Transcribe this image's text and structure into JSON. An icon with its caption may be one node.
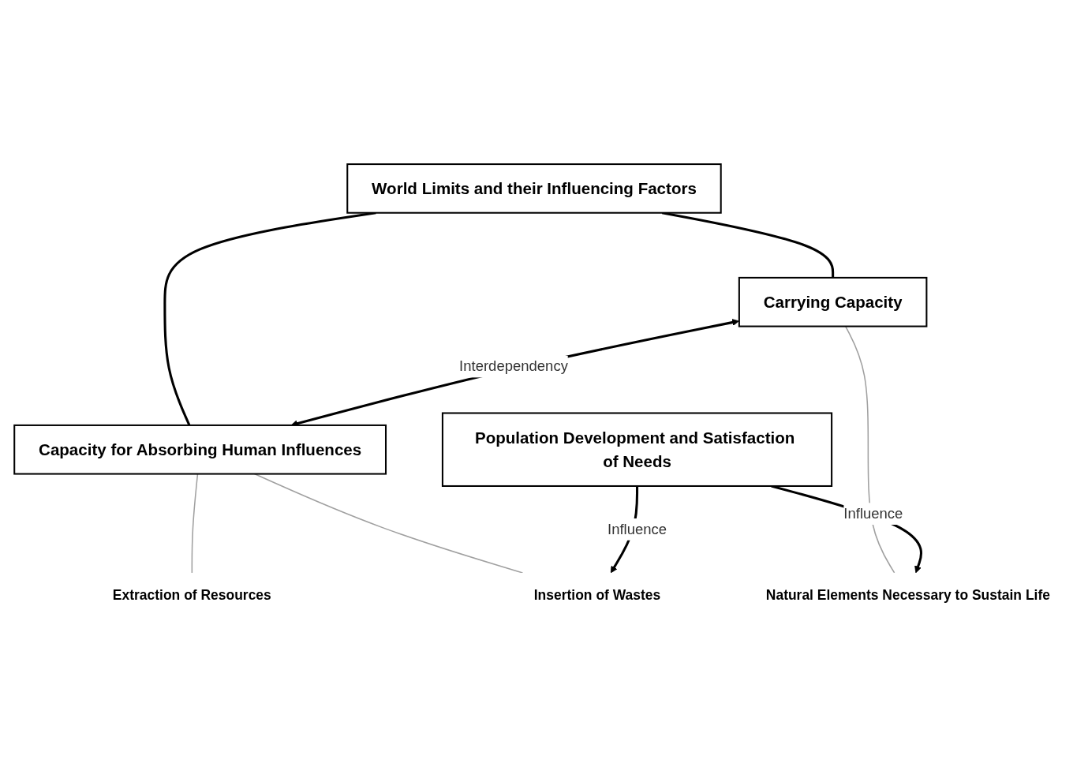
{
  "diagram": {
    "nodes": [
      {
        "text": [
          "World Limits and their Influencing Factors"
        ]
      },
      {
        "text": [
          "Carrying Capacity"
        ]
      },
      {
        "text": [
          "Capacity for Absorbing Human Influences"
        ]
      },
      {
        "text": [
          "Natural Elements Necessary to Sustain Life"
        ]
      },
      {
        "text": [
          "Extraction of Resources"
        ]
      },
      {
        "text": [
          "Insertion of Wastes"
        ]
      },
      {
        "text": [
          "Population Development and Satisfaction of Needs"
        ]
      }
    ],
    "edges": [
      {
        "from": 0,
        "to": 1,
        "arrow": "none"
      },
      {
        "from": 0,
        "to": 2,
        "arrow": "none"
      },
      {
        "from": 1,
        "to": 2,
        "arrow": "both",
        "label": "Interdependency"
      },
      {
        "from": 1,
        "to": 3,
        "arrow": "none",
        "color": "#a0a0a0"
      },
      {
        "from": 2,
        "to": 4,
        "arrow": "none",
        "color": "#a0a0a0"
      },
      {
        "from": 2,
        "to": 5,
        "arrow": "none",
        "color": "#a0a0a0"
      },
      {
        "from": 6,
        "to": 3,
        "arrow": "to",
        "label": "Influence"
      },
      {
        "from": 6,
        "to": 5,
        "arrow": "to",
        "label": "Influence"
      }
    ]
  }
}
